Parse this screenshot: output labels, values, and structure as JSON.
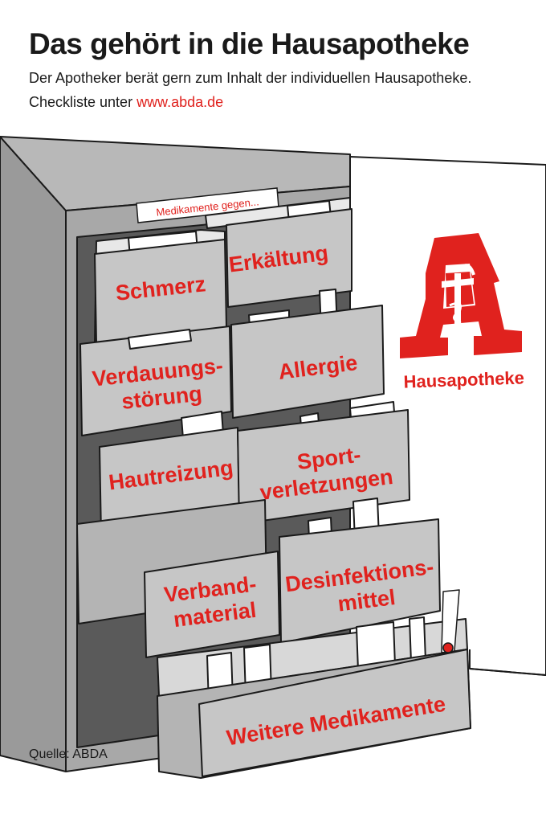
{
  "header": {
    "title": "Das gehört in die Hausapotheke",
    "subtitle": "Der Apotheker berät gern zum Inhalt der individuellen Hausapotheke.",
    "checklist_prefix": "Checkliste unter ",
    "checklist_link": "www.abda.de"
  },
  "cabinet": {
    "tag_label": "Medikamente gegen...",
    "drawers": [
      {
        "id": "schmerz",
        "lines": [
          "Schmerz"
        ]
      },
      {
        "id": "erkaeltung",
        "lines": [
          "Erkältung"
        ]
      },
      {
        "id": "verdauung",
        "lines": [
          "Verdauungs-",
          "störung"
        ]
      },
      {
        "id": "allergie",
        "lines": [
          "Allergie"
        ]
      },
      {
        "id": "haut",
        "lines": [
          "Hautreizung"
        ]
      },
      {
        "id": "sport",
        "lines": [
          "Sport-",
          "verletzungen"
        ]
      },
      {
        "id": "verband",
        "lines": [
          "Verband-",
          "material"
        ]
      },
      {
        "id": "desinfektion",
        "lines": [
          "Desinfektions-",
          "mittel"
        ]
      },
      {
        "id": "weitere",
        "lines": [
          "Weitere Medikamente"
        ]
      }
    ]
  },
  "logo": {
    "brand_label": "Hausapotheke",
    "icon": "apotheke-a-icon",
    "color": "#e0221e"
  },
  "footer": {
    "source": "Quelle: ABDA"
  },
  "colors": {
    "accent": "#e0221e",
    "cabinet": "#a8a8a8",
    "drawer": "#c6c6c6",
    "outline": "#1a1a1a"
  }
}
